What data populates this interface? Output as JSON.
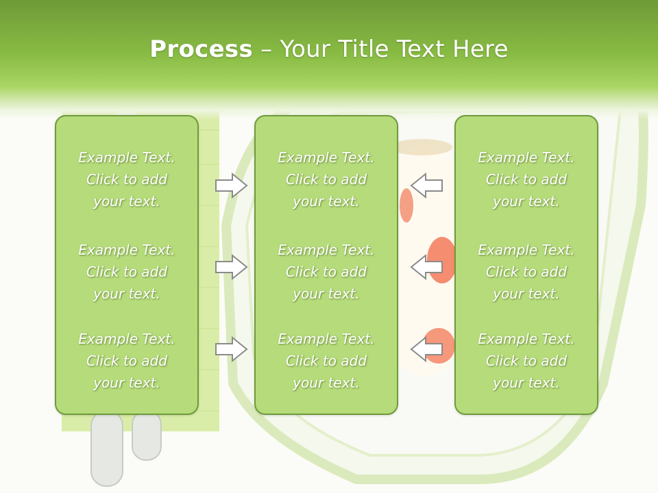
{
  "slide": {
    "title_bold": "Process",
    "title_rest": " – Your Title Text Here"
  },
  "panels": [
    {
      "items": [
        {
          "line1": "Example Text.",
          "line2": "Click  to add",
          "line3": "your text."
        },
        {
          "line1": "Example Text.",
          "line2": "Click  to add",
          "line3": "your text."
        },
        {
          "line1": "Example Text.",
          "line2": "Click  to add",
          "line3": "your text."
        }
      ]
    },
    {
      "items": [
        {
          "line1": "Example Text.",
          "line2": "Click  to add",
          "line3": "your text."
        },
        {
          "line1": "Example Text.",
          "line2": "Click  to add",
          "line3": "your text."
        },
        {
          "line1": "Example Text.",
          "line2": "Click  to add",
          "line3": "your text."
        }
      ]
    },
    {
      "items": [
        {
          "line1": "Example Text.",
          "line2": "Click  to add",
          "line3": "your text."
        },
        {
          "line1": "Example Text.",
          "line2": "Click  to add",
          "line3": "your text."
        },
        {
          "line1": "Example Text.",
          "line2": "Click  to add",
          "line3": "your text."
        }
      ]
    }
  ],
  "arrows": {
    "left_group": [
      "right-arrow-icon",
      "right-arrow-icon",
      "right-arrow-icon"
    ],
    "right_group": [
      "left-arrow-icon",
      "left-arrow-icon",
      "left-arrow-icon"
    ]
  },
  "colors": {
    "header_green": "#88bb43",
    "panel_fill": "#b5db7a",
    "panel_border": "#6f9a3b",
    "text": "#ffffff"
  }
}
